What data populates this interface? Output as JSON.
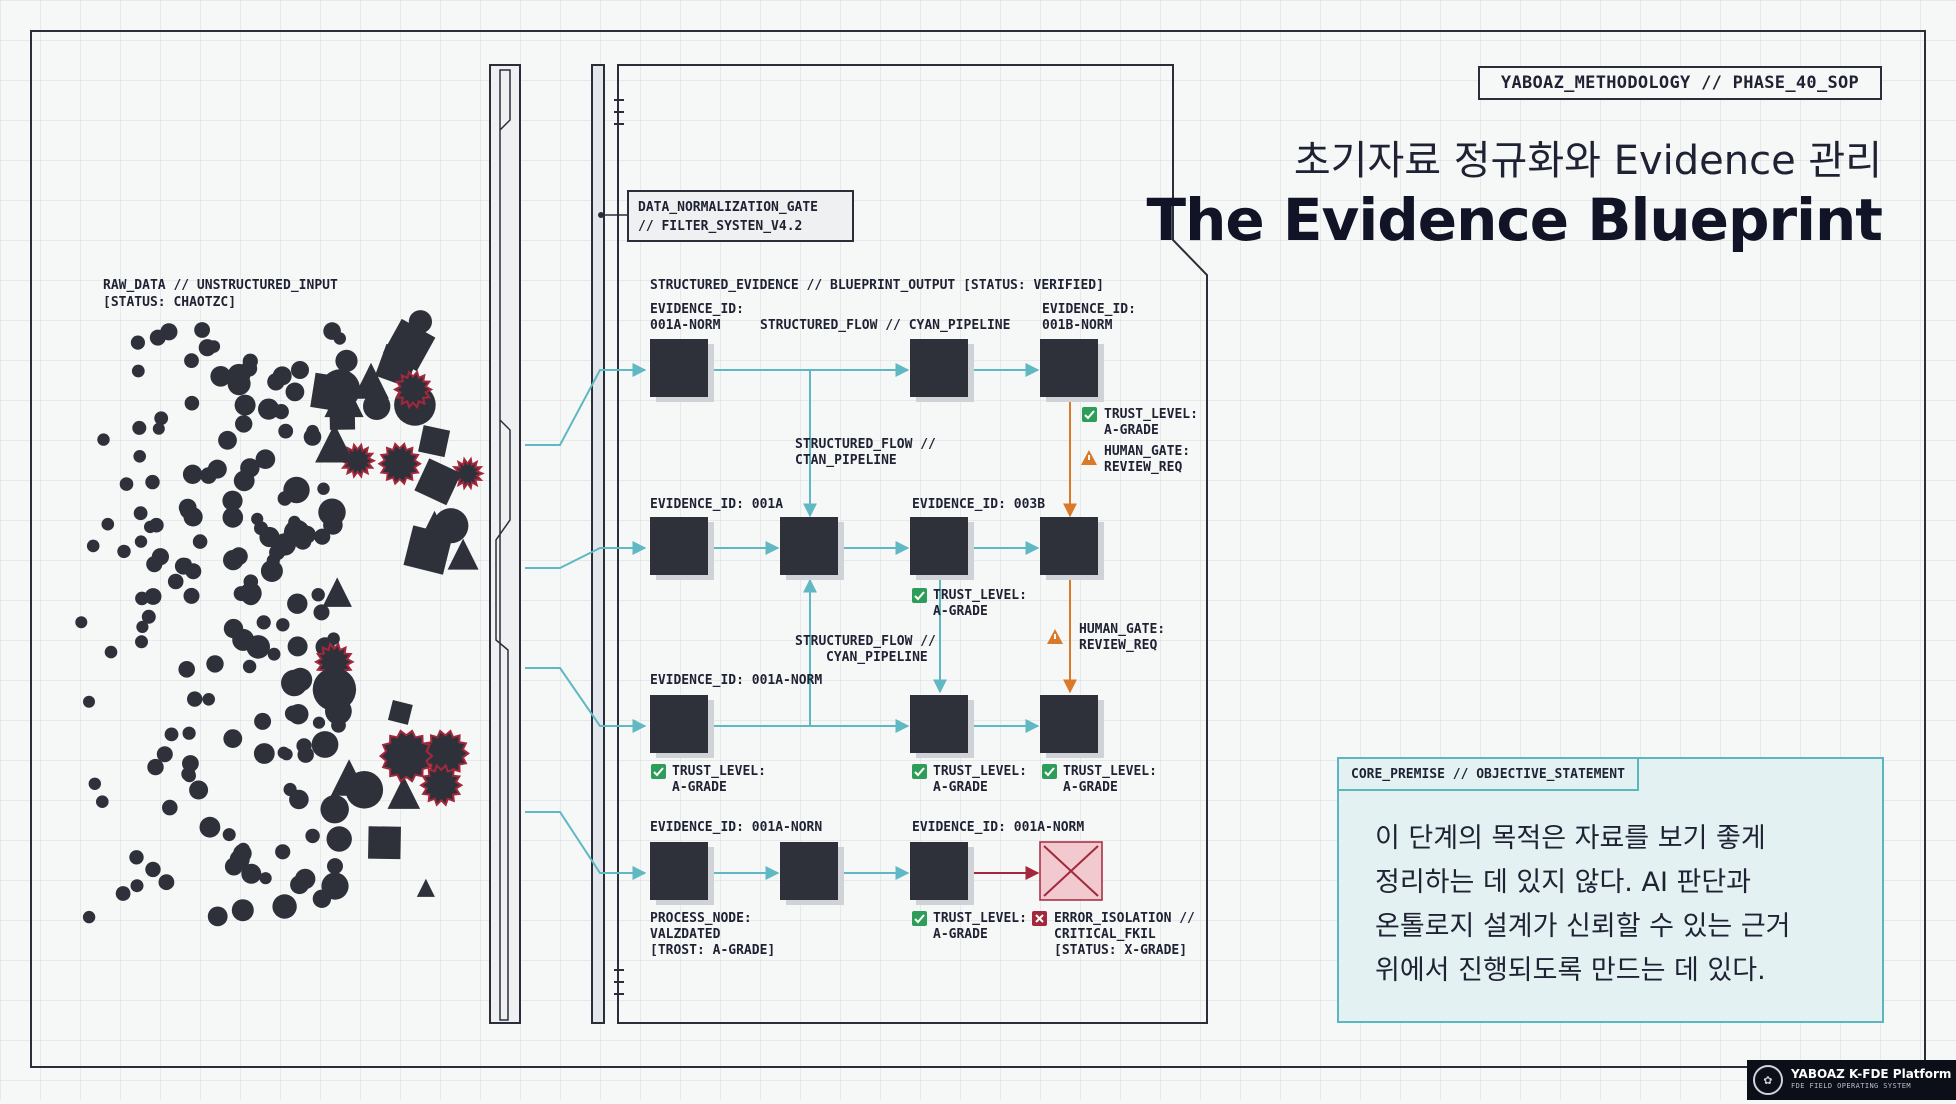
{
  "header": {
    "tag": "YABOAZ_METHODOLOGY // PHASE_40_SOP",
    "subtitle": "초기자료 정규화와 Evidence 관리",
    "title": "The Evidence Blueprint"
  },
  "raw_panel": {
    "label_line1": "RAW_DATA // UNSTRUCTURED_INPUT",
    "label_line2": "[STATUS: CHAOTZC]"
  },
  "gate": {
    "line1": "DATA_NORMALIZATION_GATE",
    "line2": "// FILTER_SYSTEN_V4.2"
  },
  "blueprint": {
    "header": "STRUCTURED_EVIDENCE // BLUEPRINT_OUTPUT [STATUS: VERIFIED]",
    "labels": {
      "ev_001a_norm_top_1": "EVIDENCE_ID:",
      "ev_001a_norm_top_2": "001A-NORM",
      "flow_top": "STRUCTURED_FLOW // CYAN_PIPELINE",
      "ev_001b_1": "EVIDENCE_ID:",
      "ev_001b_2": "001B-NORM",
      "trust_top_1": "TRUST_LEVEL:",
      "trust_top_2": "A-GRADE",
      "gate_top_1": "HUMAN_GATE:",
      "gate_top_2": "REVIEW_REQ",
      "flow_mid1_1": "STRUCTURED_FLOW //",
      "flow_mid1_2": "CTAN_PIPELINE",
      "ev_001a": "EVIDENCE_ID: 001A",
      "ev_003b": "EVIDENCE_ID: 003B",
      "trust_r2_1": "TRUST_LEVEL:",
      "trust_r2_2": "A-GRADE",
      "flow_mid2_1": "STRUCTURED_FLOW //",
      "flow_mid2_2": "CYAN_PIPELINE",
      "gate_r2_1": "HUMAN_GATE:",
      "gate_r2_2": "REVIEW_REQ",
      "ev_r3": "EVIDENCE_ID: 001A-NORM",
      "trust_r3a_1": "TRUST_LEVEL:",
      "trust_r3a_2": "A-GRADE",
      "trust_r3b_1": "TRUST_LEVEL:",
      "trust_r3b_2": "A-GRADE",
      "trust_r3c_1": "TRUST_LEVEL:",
      "trust_r3c_2": "A-GRADE",
      "ev_r4a": "EVIDENCE_ID: 001A-NORN",
      "ev_r4b": "EVIDENCE_ID: 001A-NORM",
      "process_1": "PROCESS_NODE:",
      "process_2": "VALZDATED",
      "process_3": "[TROST: A-GRADE]",
      "trust_r4_1": "TRUST_LEVEL:",
      "trust_r4_2": "A-GRADE",
      "error_1": "ERROR_ISOLATION //",
      "error_2": "CRITICAL_FKIL",
      "error_3": "[STATUS: X-GRADE]"
    }
  },
  "premise": {
    "tab": "CORE_PREMISE // OBJECTIVE_STATEMENT",
    "line1": "이 단계의 목적은 자료를 보기 좋게",
    "line2": "정리하는 데 있지 않다. AI 판단과",
    "line3": "온톨로지 설계가 신뢰할 수 있는 근거",
    "line4": "위에서 진행되도록 만드는 데 있다."
  },
  "brand": {
    "name": "YABOAZ K-FDE Platform",
    "sub": "FDE FIELD OPERATING SYSTEM"
  },
  "colors": {
    "cyan": "#5fb8c2",
    "orange": "#d97a2b",
    "red": "#a3283b",
    "node": "#2f313a",
    "check": "#2e9d5a"
  }
}
